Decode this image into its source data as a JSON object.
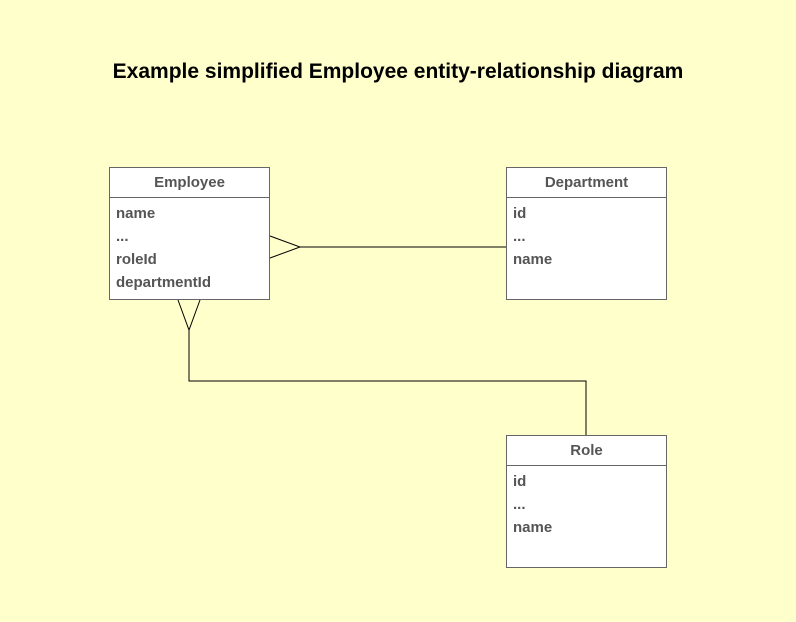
{
  "title": "Example simplified Employee entity-relationship diagram",
  "entities": {
    "employee": {
      "name": "Employee",
      "attributes": [
        "name",
        "...",
        "roleId",
        "departmentId"
      ]
    },
    "department": {
      "name": "Department",
      "attributes": [
        "id",
        "...",
        "name"
      ]
    },
    "role": {
      "name": "Role",
      "attributes": [
        "id",
        "...",
        "name"
      ]
    }
  }
}
